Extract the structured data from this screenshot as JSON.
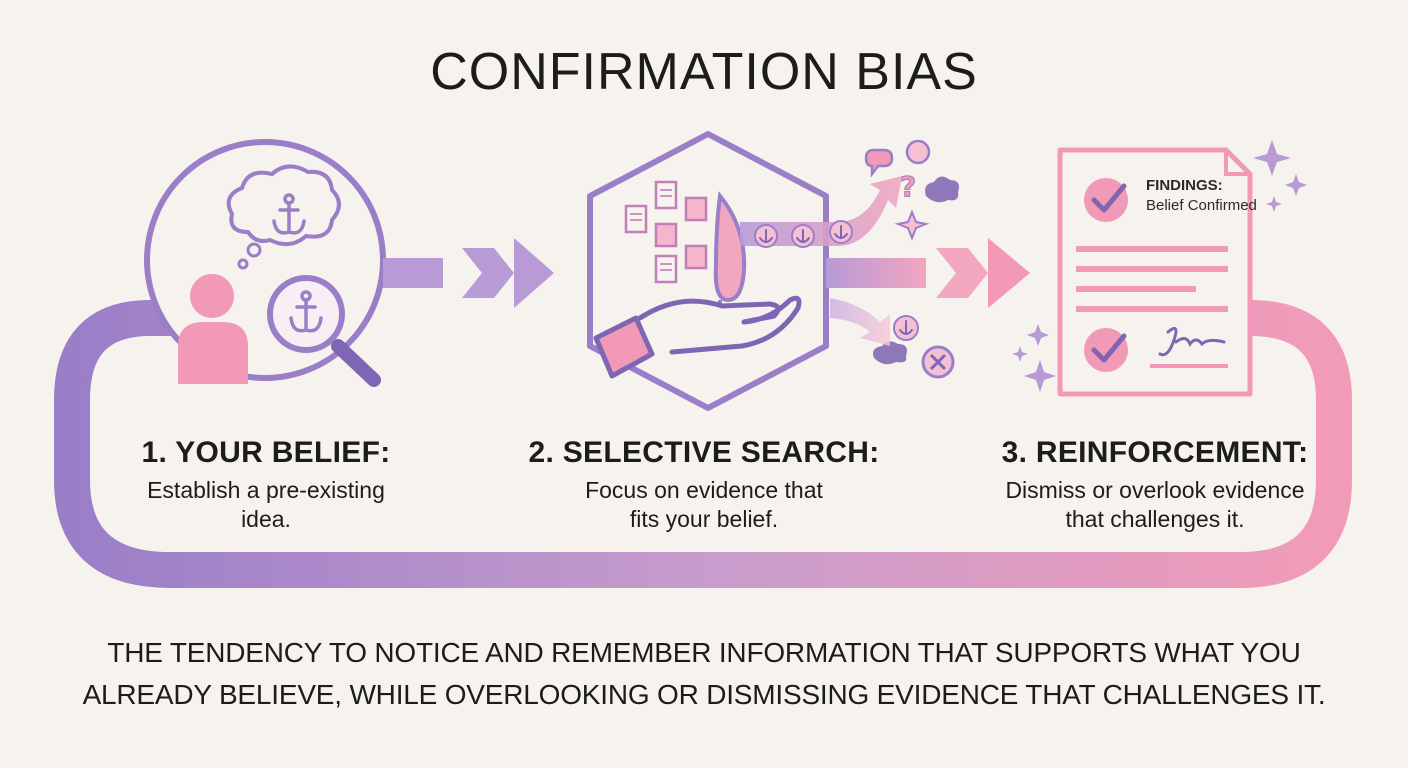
{
  "title": "CONFIRMATION BIAS",
  "steps": [
    {
      "heading": "1. YOUR BELIEF:",
      "description": "Establish a pre-existing idea."
    },
    {
      "heading": "2. SELECTIVE SEARCH:",
      "description": "Focus on evidence that fits your belief."
    },
    {
      "heading": "3. REINFORCEMENT:",
      "description": "Dismiss or overlook evidence that challenges it."
    }
  ],
  "document": {
    "findings_label": "FINDINGS:",
    "findings_value": "Belief Confirmed"
  },
  "definition": "THE TENDENCY TO NOTICE AND REMEMBER INFORMATION THAT SUPPORTS WHAT YOU ALREADY BELIEVE, WHILE OVERLOOKING OR DISMISSING EVIDENCE THAT CHALLENGES IT.",
  "icons": {
    "step1": [
      "person-icon",
      "thought-cloud-icon",
      "anchor-icon",
      "magnifying-glass-icon"
    ],
    "step2": [
      "hexagon-frame-icon",
      "document-icon",
      "hand-icon",
      "filter-lens-icon",
      "anchor-token-icon",
      "speech-bubble-icon",
      "question-mark-icon",
      "cloud-icon",
      "dismiss-x-icon"
    ],
    "step3": [
      "report-document-icon",
      "checkmark-icon",
      "signature-icon",
      "sparkle-icon"
    ]
  },
  "colors": {
    "background": "#f6f2ee",
    "purple": "#9a7ec8",
    "purple_dark": "#7f66b4",
    "pink": "#f199b6",
    "pink_light": "#f7c6d6",
    "text": "#1c1c1c"
  }
}
